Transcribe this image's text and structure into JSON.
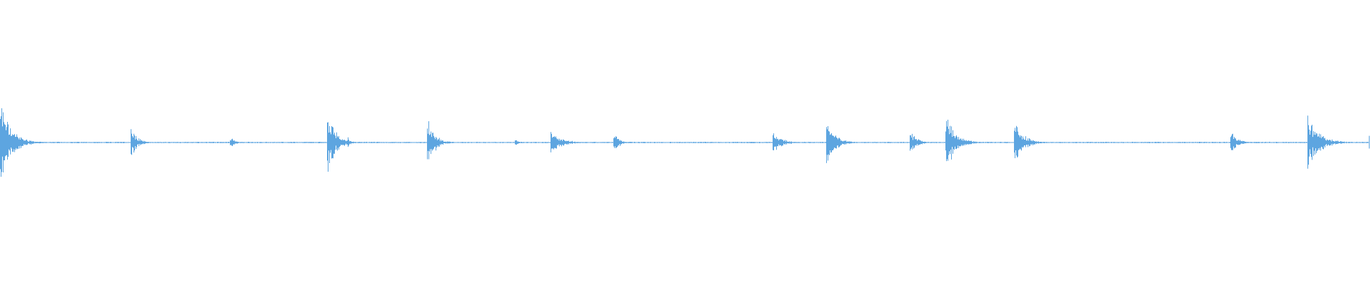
{
  "waveform": {
    "color": "#5DA5E0",
    "background": "#FFFFFF",
    "baseline_amplitude": 0.012,
    "transients": [
      {
        "pos": 0.0,
        "peak": 1.0,
        "decay": 0.022
      },
      {
        "pos": 0.096,
        "peak": 0.38,
        "decay": 0.012
      },
      {
        "pos": 0.168,
        "peak": 0.12,
        "decay": 0.01
      },
      {
        "pos": 0.239,
        "peak": 0.7,
        "decay": 0.016
      },
      {
        "pos": 0.254,
        "peak": 0.12,
        "decay": 0.006
      },
      {
        "pos": 0.312,
        "peak": 0.52,
        "decay": 0.015
      },
      {
        "pos": 0.376,
        "peak": 0.08,
        "decay": 0.008
      },
      {
        "pos": 0.402,
        "peak": 0.28,
        "decay": 0.022
      },
      {
        "pos": 0.448,
        "peak": 0.2,
        "decay": 0.012
      },
      {
        "pos": 0.564,
        "peak": 0.24,
        "decay": 0.018
      },
      {
        "pos": 0.603,
        "peak": 0.48,
        "decay": 0.018
      },
      {
        "pos": 0.664,
        "peak": 0.26,
        "decay": 0.014
      },
      {
        "pos": 0.69,
        "peak": 0.62,
        "decay": 0.02
      },
      {
        "pos": 0.74,
        "peak": 0.55,
        "decay": 0.018
      },
      {
        "pos": 0.898,
        "peak": 0.22,
        "decay": 0.016
      },
      {
        "pos": 0.954,
        "peak": 0.62,
        "decay": 0.024
      },
      {
        "pos": 0.999,
        "peak": 0.24,
        "decay": 0.004
      }
    ]
  }
}
